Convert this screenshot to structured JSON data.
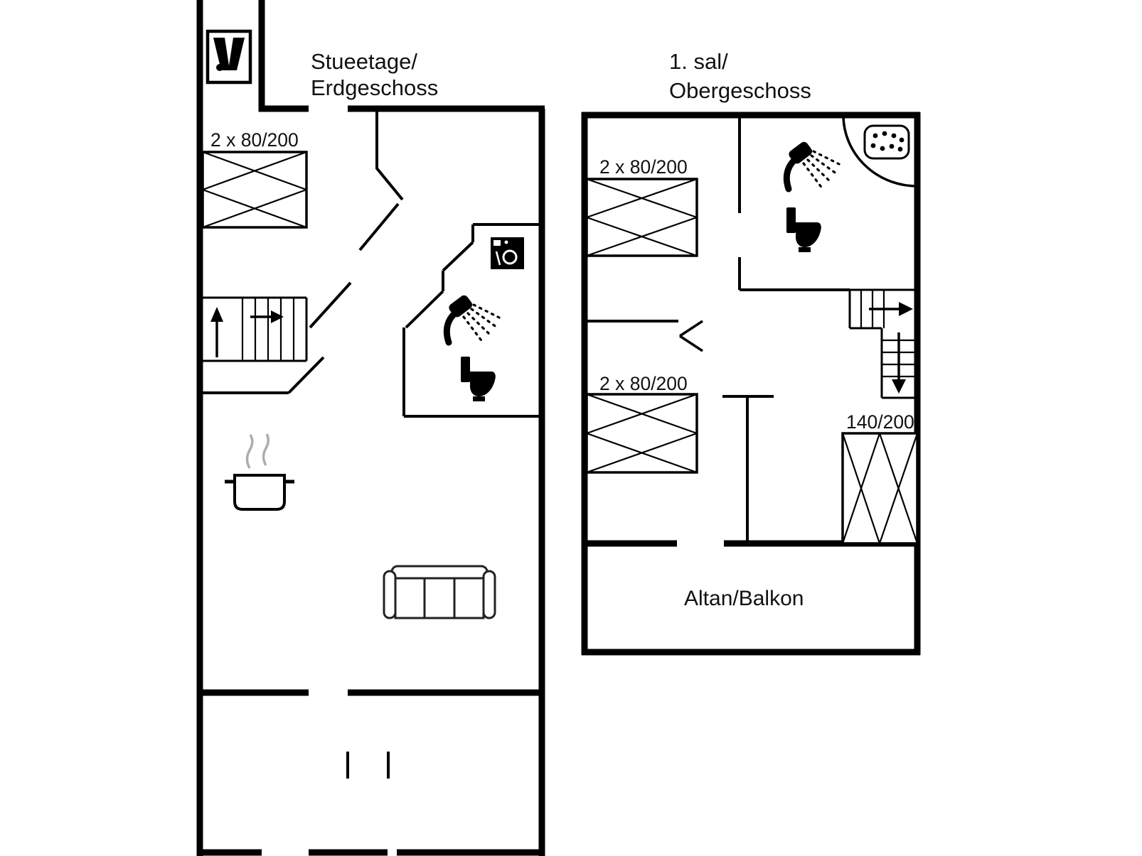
{
  "page": {
    "background": "#ffffff",
    "line_color": "#000000"
  },
  "ground_floor": {
    "title_line1": "Stueetage/",
    "title_line2": "Erdgeschoss",
    "bed_label": "2 x 80/200"
  },
  "upper_floor": {
    "title_line1": "1. sal/",
    "title_line2": "Obergeschoss",
    "bed1_label": "2 x 80/200",
    "bed2_label": "2 x 80/200",
    "double_bed_label": "140/200",
    "balcony_label": "Altan/Balkon"
  },
  "icons": {
    "wood_stove": "wood-stove-icon",
    "washing_machine": "washing-machine-icon",
    "shower": "shower-head-icon",
    "toilet": "toilet-icon",
    "cooking_pot": "cooking-pot-icon",
    "sofa": "sofa-icon",
    "shower_tray": "shower-tray-icon",
    "stairs_up": "stairs-up-arrow-icon",
    "stairs_down": "stairs-down-arrow-icon"
  }
}
